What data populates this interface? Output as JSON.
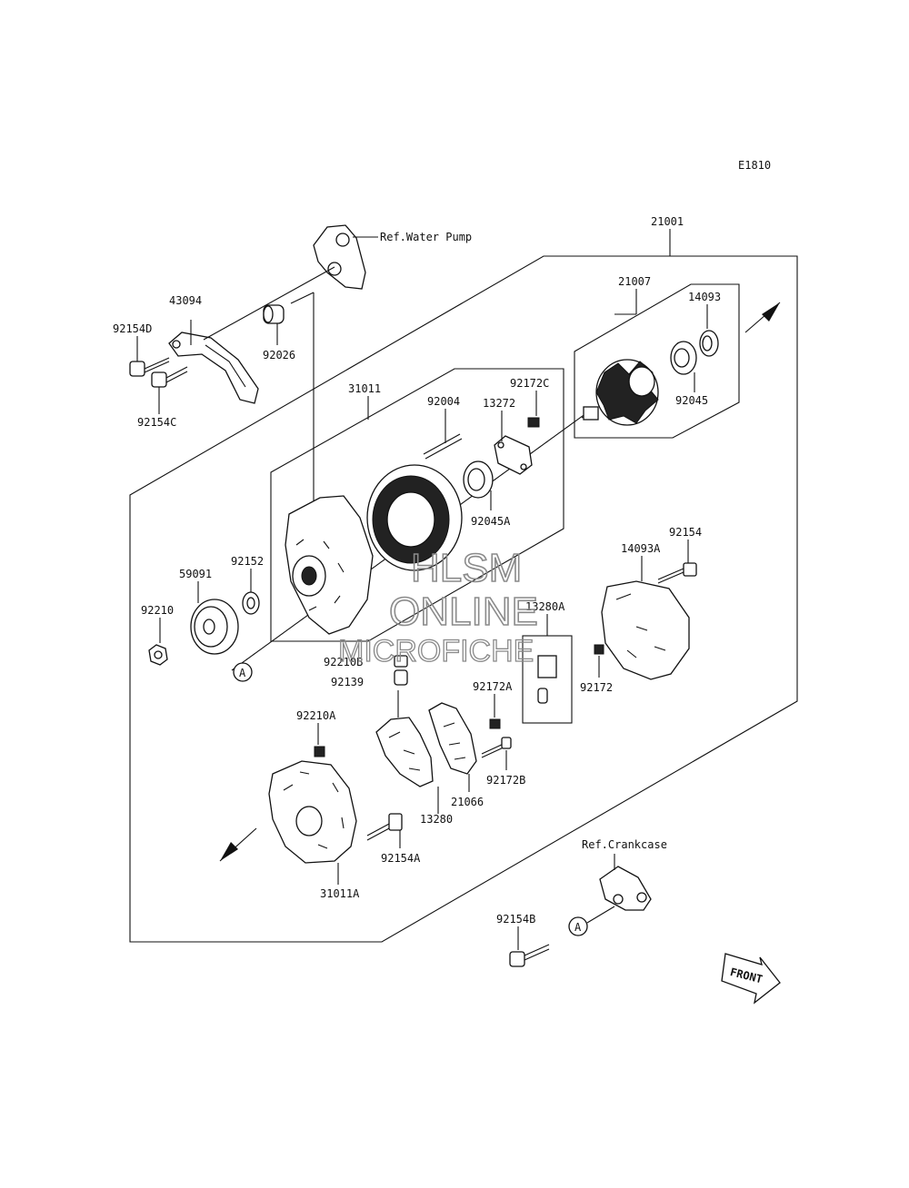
{
  "diagram_id": "E1810",
  "refs": {
    "water_pump": "Ref.Water Pump",
    "crankcase": "Ref.Crankcase"
  },
  "front_label": "FRONT",
  "callout": "A",
  "watermark": {
    "line1": "HLSM",
    "line2": "ONLINE",
    "line3": "MICROFICHE"
  },
  "parts": {
    "p21001": "21001",
    "p21007": "21007",
    "p14093": "14093",
    "p92045": "92045",
    "p43094": "43094",
    "p92154D": "92154D",
    "p92154C": "92154C",
    "p92026": "92026",
    "p31011": "31011",
    "p92004": "92004",
    "p13272": "13272",
    "p92172C": "92172C",
    "p92045A": "92045A",
    "p59091": "59091",
    "p92152": "92152",
    "p92210": "92210",
    "p14093A": "14093A",
    "p92154": "92154",
    "p13280A": "13280A",
    "p92172": "92172",
    "p92210B": "92210B",
    "p92139": "92139",
    "p92172A": "92172A",
    "p92210A": "92210A",
    "p92172B": "92172B",
    "p21066": "21066",
    "p13280": "13280",
    "p92154A": "92154A",
    "p31011A": "31011A",
    "p92154B": "92154B"
  }
}
